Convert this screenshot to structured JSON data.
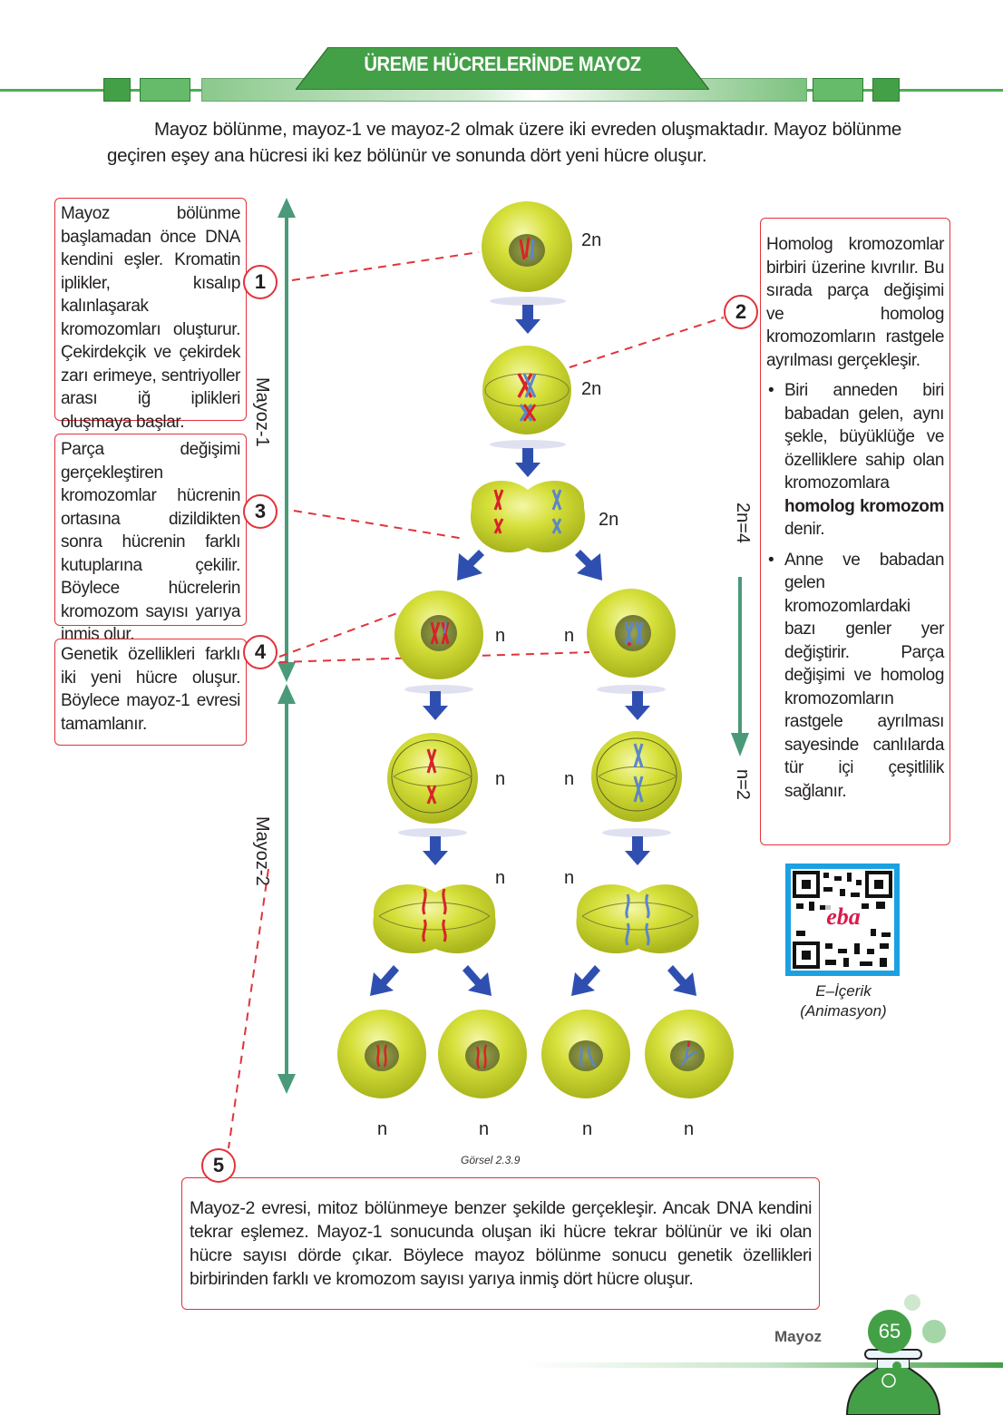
{
  "header": {
    "title": "ÜREME HÜCRELERİNDE MAYOZ",
    "accent_color": "#43a047"
  },
  "intro": {
    "text": "Mayoz bölünme, mayoz-1 ve mayoz-2 olmak üzere iki evreden oluşmaktadır. Mayoz bölünme geçiren eşey ana hücresi iki kez bölünür ve sonunda dört yeni hücre oluşur."
  },
  "callouts": [
    {
      "number": "1",
      "text": "Mayoz bölünme başlamadan önce DNA kendini eşler. Kromatin iplikler, kısalıp kalınlaşarak kromozomları oluşturur. Çekirdekçik ve çekirdek zarı erimeye, sentriyoller arası iğ iplikleri oluşmaya başlar."
    },
    {
      "number": "2",
      "text": "Homolog kromozomlar birbiri üzerine kıvrılır. Bu sırada parça değişimi ve homolog kromozomların rastgele ayrılması gerçekleşir.",
      "bullets": [
        {
          "before": "Biri anneden biri babadan gelen, aynı şekle, büyüklüğe ve özelliklere sahip olan kromozomlara ",
          "bold": "homolog kromozom",
          "after": " denir."
        },
        {
          "before": "Anne ve babadan gelen kromozomlardaki bazı genler yer değiştirir. Parça değişimi ve homolog kromozomların rastgele ayrılması sayesinde canlılarda tür içi çeşitlilik sağlanır."
        }
      ]
    },
    {
      "number": "3",
      "text": "Parça değişimi gerçekleştiren kromozomlar hücrenin ortasına dizildikten sonra hücrenin farklı kutuplarına çekilir. Böylece hücrelerin kromozom sayısı yarıya inmiş olur."
    },
    {
      "number": "4",
      "text": "Genetik özellikleri farklı iki yeni hücre oluşur. Böylece mayoz-1 evresi tamamlanır."
    },
    {
      "number": "5",
      "text": "Mayoz-2 evresi, mitoz bölünmeye benzer şekilde gerçekleşir. Ancak DNA kendini tekrar eşlemez. Mayoz-1 sonucunda oluşan iki hücre tekrar bölünür ve iki olan hücre sayısı dörde çıkar. Böylece mayoz bölünme sonucu genetik özellikleri birbirinden farklı ve kromozom sayısı yarıya inmiş dört hücre oluşur."
    }
  ],
  "diagram": {
    "phase_labels": {
      "mayoz1": "Mayoz-1",
      "mayoz2": "Mayoz-2"
    },
    "chromosome_counts": {
      "top": "2n=4",
      "bottom": "n=2"
    },
    "ploidy": {
      "row1": "2n",
      "row2": "2n",
      "row3": "2n",
      "row4_left": "n",
      "row4_right": "n",
      "row5_left": "n",
      "row5_right": "n",
      "row6_left": "n",
      "row6_right": "n",
      "final": [
        "n",
        "n",
        "n",
        "n"
      ]
    },
    "caption": "Görsel 2.3.9",
    "colors": {
      "cell": "#c8d62a",
      "arrow_blue": "#2f4fb0",
      "axis_green": "#4a9a7a",
      "dash_red": "#e2323a",
      "chrom_red": "#d8232a",
      "chrom_blue": "#5b86c9"
    }
  },
  "qr": {
    "logo_text": "eba",
    "label_line1": "E–İçerik",
    "label_line2": "(Animasyon)"
  },
  "footer": {
    "section": "Mayoz",
    "page_number": "65"
  }
}
